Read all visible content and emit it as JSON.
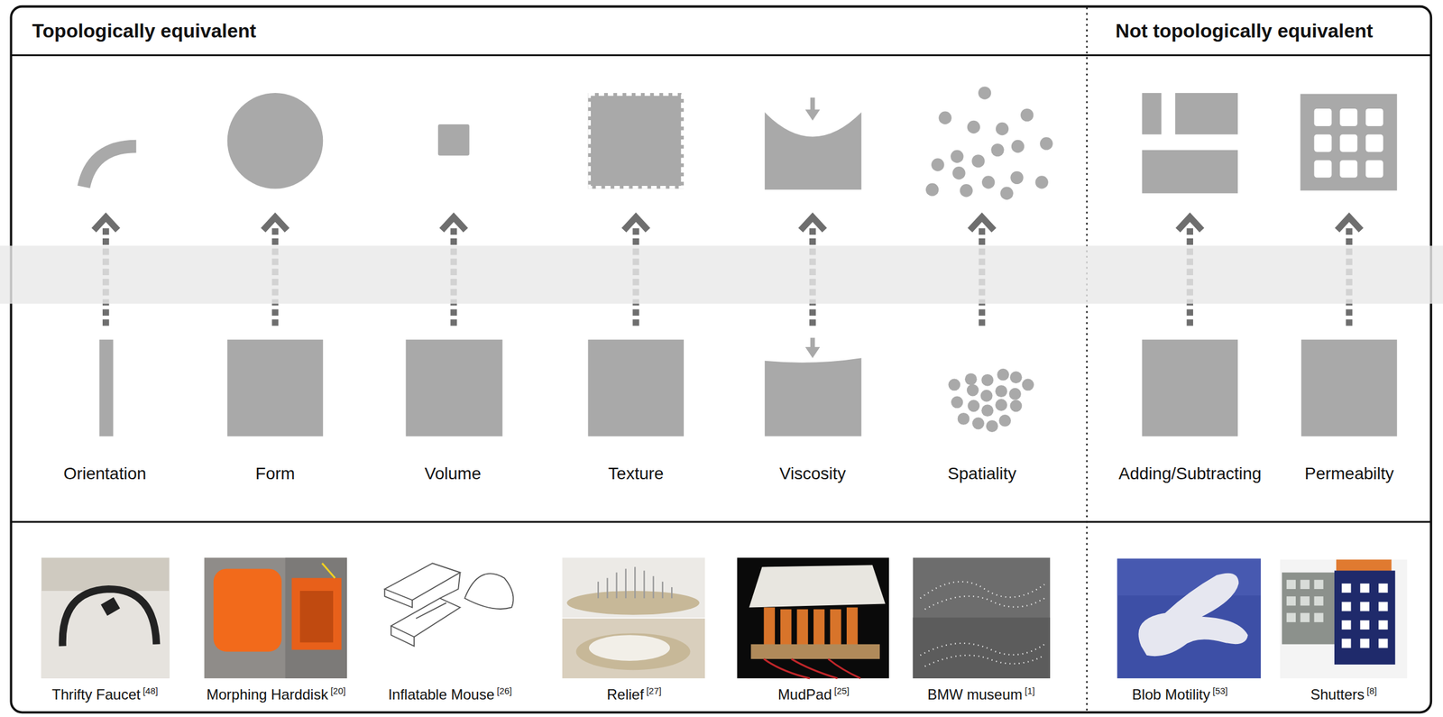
{
  "diagram": {
    "nodes": [
      {
        "text": [
          "Topologically equivalent"
        ]
      },
      {
        "text": [
          "Not topologically equivalent"
        ]
      }
    ],
    "labels": [
      "Orientation",
      "Form",
      "Volume",
      "Texture",
      "Viscosity",
      "Spatiality",
      "Adding/Subtracting",
      "Permeabilty",
      "Thrifty Faucet",
      "[48]",
      "Morphing Harddisk",
      "[20]",
      "Inflatable Mouse",
      "[26]",
      "Relief",
      "[27]",
      "MudPad",
      "[25]",
      "BMW museum",
      "[1]",
      "Blob Motility",
      "[53]",
      "Shutters",
      "[8]"
    ]
  }
}
